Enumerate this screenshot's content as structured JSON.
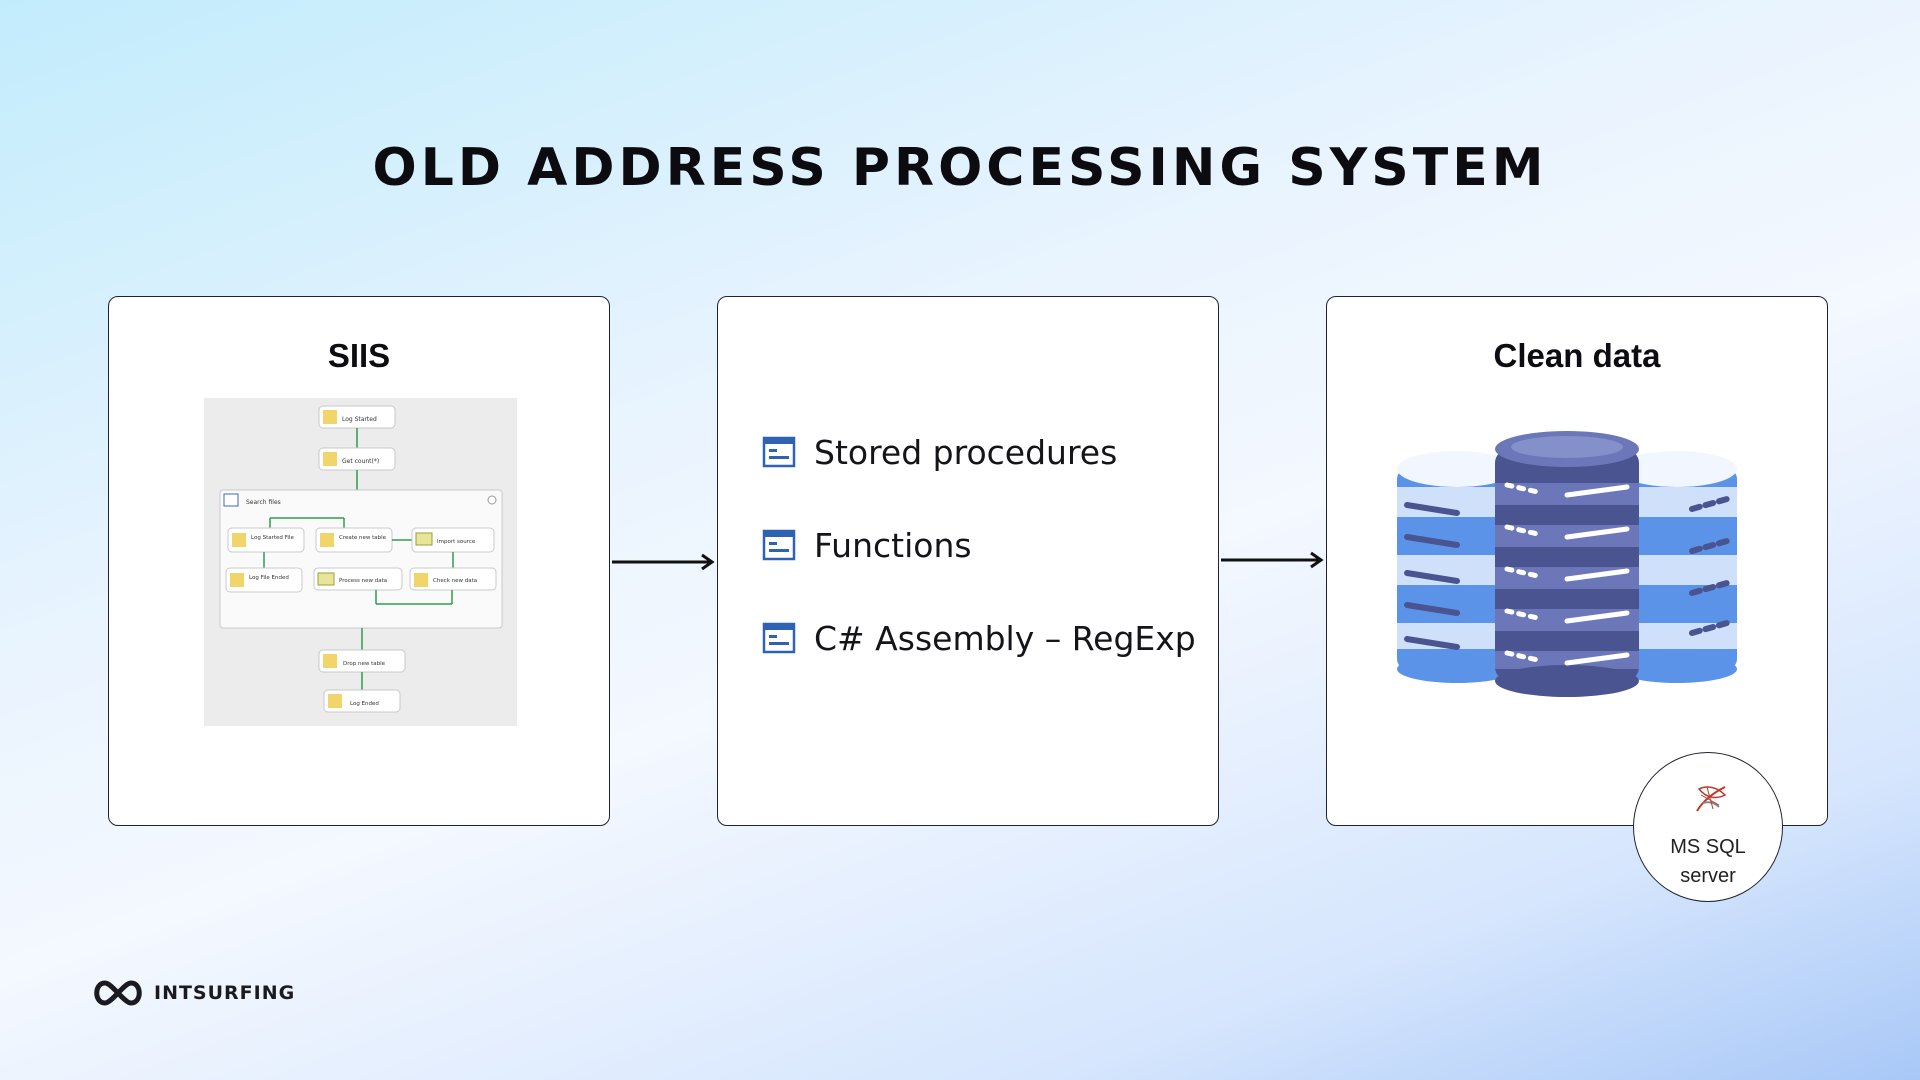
{
  "title": "OLD ADDRESS PROCESSING SYSTEM",
  "siis": {
    "title": "SIIS",
    "flow": {
      "top_tasks": [
        "Log Started",
        "Get count(*)"
      ],
      "container_label": "Search files",
      "inner_row1": [
        "Log Started File",
        "Create new table",
        "Import source"
      ],
      "inner_row2": [
        "Log File Ended",
        "Process new data",
        "Check new data"
      ],
      "bottom_tasks": [
        "Drop new table",
        "Log Ended"
      ]
    }
  },
  "procedures": {
    "items": [
      {
        "label": "Stored procedures",
        "icon": "script-window-icon"
      },
      {
        "label": "Functions",
        "icon": "script-window-icon"
      },
      {
        "label": "C# Assembly – RegExp",
        "icon": "script-window-icon"
      }
    ]
  },
  "clean_data": {
    "title": "Clean data",
    "badge": {
      "line1": "MS SQL",
      "line2": "server",
      "icon": "sql-server-icon"
    }
  },
  "brand": {
    "name": "INTSURFING",
    "logo": "infinity-logo-icon"
  },
  "colors": {
    "db_dark": "#4a5490",
    "db_mid": "#6b77b8",
    "db_blue": "#5b93e8",
    "db_light": "#cfe0fb",
    "icon_blue": "#2f62b0"
  }
}
